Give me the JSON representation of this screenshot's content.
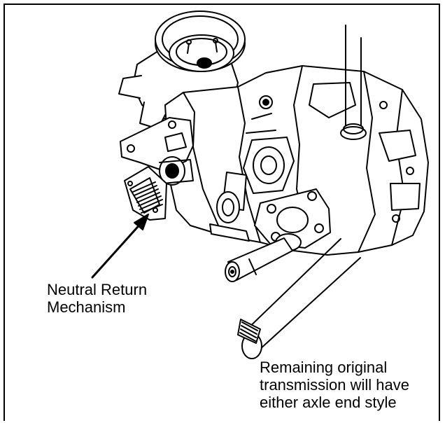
{
  "figure": {
    "callouts": [
      {
        "id": "neutral-return",
        "lines": [
          "Neutral Return",
          "Mechanism"
        ]
      },
      {
        "id": "remaining-transmission",
        "lines": [
          "Remaining original",
          "transmission will have",
          "either axle end style"
        ]
      }
    ],
    "parts": [
      "fan-pulley",
      "control-arm",
      "neutral-return-mechanism",
      "transmission-housing",
      "axle-shaft",
      "alternate-splined-axle"
    ],
    "colors": {
      "line": "#000000",
      "background": "#ffffff"
    }
  }
}
